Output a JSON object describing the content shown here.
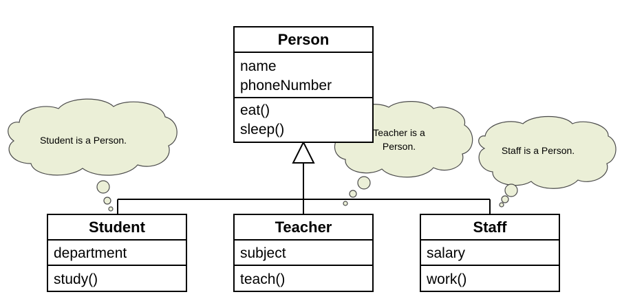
{
  "classes": {
    "person": {
      "name": "Person",
      "attributes": [
        "name",
        "phoneNumber"
      ],
      "methods": [
        "eat()",
        "sleep()"
      ]
    },
    "student": {
      "name": "Student",
      "attributes": [
        "department"
      ],
      "methods": [
        "study()"
      ]
    },
    "teacher": {
      "name": "Teacher",
      "attributes": [
        "subject"
      ],
      "methods": [
        "teach()"
      ]
    },
    "staff": {
      "name": "Staff",
      "attributes": [
        "salary"
      ],
      "methods": [
        "work()"
      ]
    }
  },
  "notes": {
    "student": {
      "lines": [
        "Student is a Person."
      ]
    },
    "teacher": {
      "lines": [
        "Teacher is a",
        "Person."
      ]
    },
    "staff": {
      "lines": [
        "Staff is a Person."
      ]
    }
  },
  "colors": {
    "cloud_fill": "#ebefd7",
    "cloud_stroke": "#4a4a4a",
    "line": "#000000"
  }
}
